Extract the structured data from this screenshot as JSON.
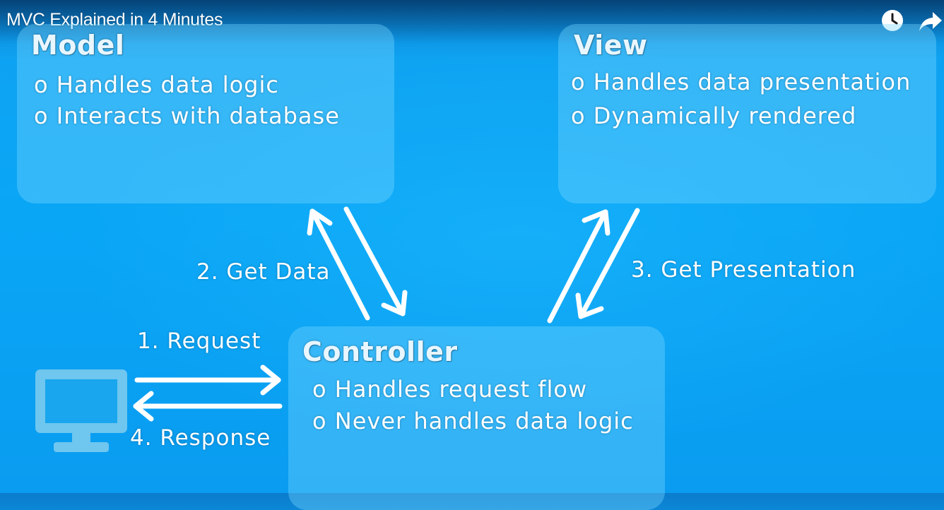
{
  "video": {
    "title": "MVC Explained in 4 Minutes",
    "icons": [
      "clock-icon",
      "share-icon"
    ]
  },
  "model": {
    "title": "Model",
    "bullets": [
      "o Handles data logic",
      "o Interacts with database"
    ]
  },
  "view": {
    "title": "View",
    "bullets": [
      "o Handles data presentation",
      "o Dynamically rendered"
    ]
  },
  "controller": {
    "title": "Controller",
    "bullets": [
      "o Handles request flow",
      "o Never handles data logic"
    ]
  },
  "flows": {
    "request": "1. Request",
    "get_data": "2. Get Data",
    "get_presentation": "3. Get Presentation",
    "response": "4. Response"
  },
  "colors": {
    "background": "#0aa6f6",
    "box_fill": "#4cc4ff",
    "monitor": "#6fc6ee",
    "text": "#ffffff"
  }
}
